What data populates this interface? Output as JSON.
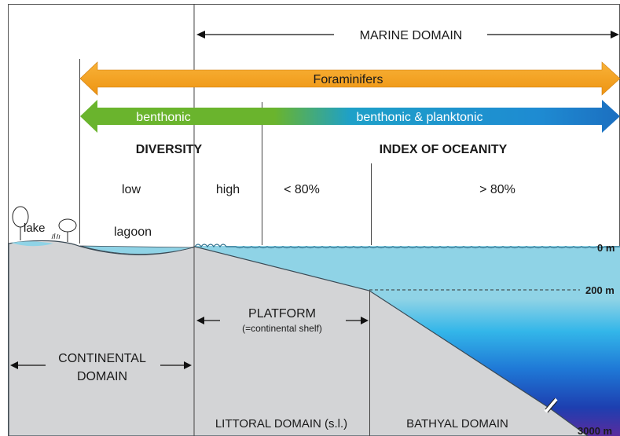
{
  "header": {
    "marine_domain": "MARINE DOMAIN"
  },
  "bands": {
    "foraminifers": "Foraminifers",
    "benthonic": "benthonic",
    "benthonic_planktonic": "benthonic & planktonic"
  },
  "headings": {
    "diversity": "DIVERSITY",
    "index_of_oceanity": "INDEX OF OCEANITY"
  },
  "values": {
    "low": "low",
    "high": "high",
    "lt80": "< 80%",
    "gt80": "> 80%"
  },
  "environments": {
    "lake": "lake",
    "lagoon": "lagoon"
  },
  "depths": {
    "zero": "0 m",
    "two_hundred": "200 m",
    "three_thousand": "3000 m"
  },
  "domains": {
    "platform": "PLATFORM",
    "platform_note": "(=continental shelf)",
    "continental_line1": "CONTINENTAL",
    "continental_line2": "DOMAIN",
    "littoral": "LITTORAL DOMAIN (s.l.)",
    "bathyal": "BATHYAL DOMAIN"
  },
  "colors": {
    "foraminifers_band": "#f5a21b",
    "benthonic_band": "#6ab42d",
    "planktonic_band": "#1d8fd4",
    "water": "#8fd3e6",
    "land": "#d3d4d6",
    "deep_water": "#1c3fae"
  }
}
